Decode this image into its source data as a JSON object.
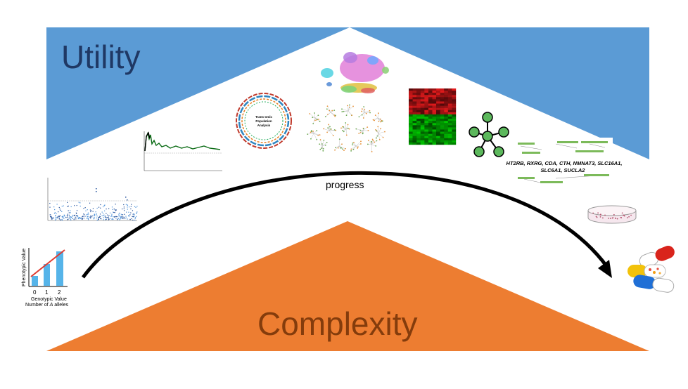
{
  "top_label": "Utility",
  "bottom_label": "Complexity",
  "arrow_label": "progress",
  "colors": {
    "utility_band": "#5b9bd5",
    "utility_text": "#1f3864",
    "complexity_triangle": "#ed7d31",
    "complexity_text": "#843c0c",
    "arrow": "#000000",
    "bar": "#56b4e9",
    "fit_line": "#e03c31",
    "heatmap_red": "#e31a1c",
    "heatmap_green": "#00c000",
    "network_node": "#5cb85c",
    "gene_text": "#000000"
  },
  "inset_regression": {
    "ylabel": "Phenotypic Value",
    "xlabel_1": "Genotypic Value",
    "xlabel_2": "Number of ",
    "xlabel_italic": "A",
    "xlabel_3": " alleles",
    "ticks": [
      "0",
      "1",
      "2"
    ],
    "bar_levels": [
      0.3,
      0.6,
      0.95
    ]
  },
  "inset_circos": {
    "line1": "Trans-omic",
    "line2": "Population",
    "line3": "Analysis"
  },
  "inset_gene_list": {
    "line1": "HT2RB, RXRG, CDA, CTH, NMNAT3, SLC16A1,",
    "line2": "SLC6A1, SUCLA2"
  },
  "icons": [
    "manhattan-plot-icon",
    "threshold-curve-icon",
    "circos-plot-icon",
    "tsne-scatter-icon",
    "network-graph-icon",
    "heatmap-icon",
    "star-network-icon",
    "petri-dish-icon",
    "capsules-icon"
  ]
}
